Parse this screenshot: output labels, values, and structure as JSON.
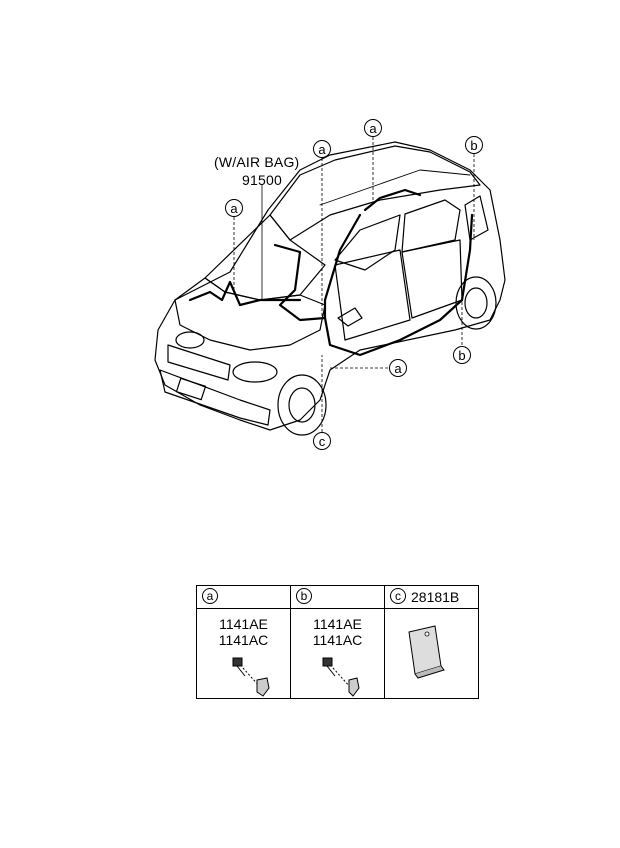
{
  "diagram": {
    "variant_label": "(W/AIR BAG)",
    "main_part_number": "91500",
    "callouts": {
      "a": "a",
      "b": "b",
      "c": "c"
    }
  },
  "table": {
    "columns": [
      {
        "callout": "a",
        "header_code": "",
        "codes": [
          "1141AE",
          "1141AC"
        ]
      },
      {
        "callout": "b",
        "header_code": "",
        "codes": [
          "1141AE",
          "1141AC"
        ]
      },
      {
        "callout": "c",
        "header_code": "28181B",
        "codes": []
      }
    ]
  }
}
